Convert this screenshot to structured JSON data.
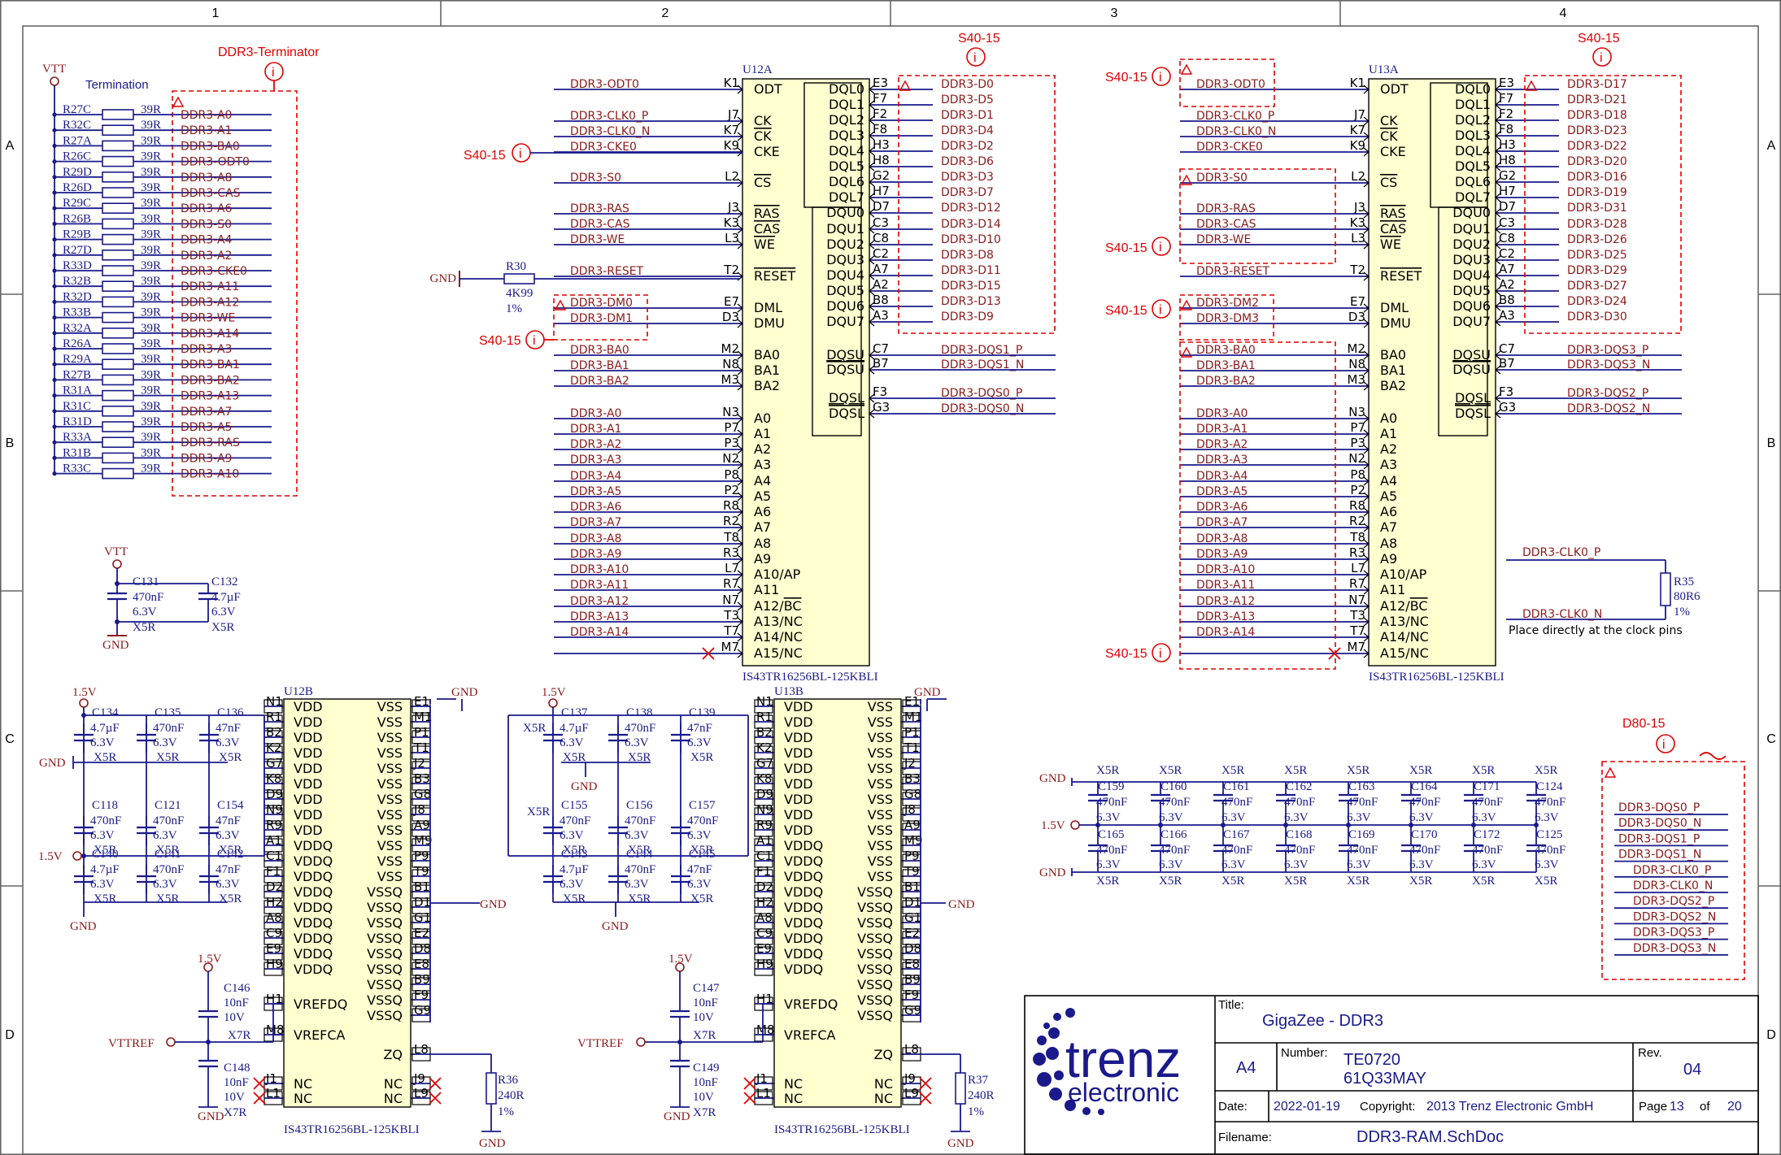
{
  "sheet": {
    "zones_h": [
      "1",
      "2",
      "3",
      "4"
    ],
    "zones_v": [
      "A",
      "B",
      "C",
      "D"
    ]
  },
  "left_terminator": {
    "vtt": "VTT",
    "termination_label": "Termination",
    "title": "DDR3-Terminator",
    "info_icon": "info-circle-icon",
    "rows": [
      {
        "ref": "R27C",
        "val": "39R",
        "net": "DDR3-A0"
      },
      {
        "ref": "R32C",
        "val": "39R",
        "net": "DDR3-A1"
      },
      {
        "ref": "R27A",
        "val": "39R",
        "net": "DDR3-BA0"
      },
      {
        "ref": "R26C",
        "val": "39R",
        "net": "DDR3-ODT0"
      },
      {
        "ref": "R29D",
        "val": "39R",
        "net": "DDR3-A8"
      },
      {
        "ref": "R26D",
        "val": "39R",
        "net": "DDR3-CAS"
      },
      {
        "ref": "R29C",
        "val": "39R",
        "net": "DDR3-A6"
      },
      {
        "ref": "R26B",
        "val": "39R",
        "net": "DDR3-S0"
      },
      {
        "ref": "R29B",
        "val": "39R",
        "net": "DDR3-A4"
      },
      {
        "ref": "R27D",
        "val": "39R",
        "net": "DDR3-A2"
      },
      {
        "ref": "R33D",
        "val": "39R",
        "net": "DDR3-CKE0"
      },
      {
        "ref": "R32B",
        "val": "39R",
        "net": "DDR3-A11"
      },
      {
        "ref": "R32D",
        "val": "39R",
        "net": "DDR3-A12"
      },
      {
        "ref": "R33B",
        "val": "39R",
        "net": "DDR3-WE"
      },
      {
        "ref": "R32A",
        "val": "39R",
        "net": "DDR3-A14"
      },
      {
        "ref": "R26A",
        "val": "39R",
        "net": "DDR3-A3"
      },
      {
        "ref": "R29A",
        "val": "39R",
        "net": "DDR3-BA1"
      },
      {
        "ref": "R27B",
        "val": "39R",
        "net": "DDR3-BA2"
      },
      {
        "ref": "R31A",
        "val": "39R",
        "net": "DDR3-A13"
      },
      {
        "ref": "R31C",
        "val": "39R",
        "net": "DDR3-A7"
      },
      {
        "ref": "R31D",
        "val": "39R",
        "net": "DDR3-A5"
      },
      {
        "ref": "R33A",
        "val": "39R",
        "net": "DDR3-RAS"
      },
      {
        "ref": "R31B",
        "val": "39R",
        "net": "DDR3-A9"
      },
      {
        "ref": "R33C",
        "val": "39R",
        "net": "DDR3-A10"
      }
    ]
  },
  "vtt_caps": {
    "vtt": "VTT",
    "gnd": "GND",
    "c1": {
      "ref": "C131",
      "val": "470nF",
      "v": "6.3V",
      "t": "X5R"
    },
    "c2": {
      "ref": "C132",
      "val": "4.7µF",
      "v": "6.3V",
      "t": "X5R"
    }
  },
  "u12a": {
    "ref": "U12A",
    "part": "IS43TR16256BL-125KBLI",
    "left_pins": [
      {
        "num": "K1",
        "name": "ODT",
        "net": "DDR3-ODT0"
      },
      {
        "num": "J7",
        "name": "CK",
        "net": "DDR3-CLK0_P"
      },
      {
        "num": "K7",
        "name": "CK",
        "net": "DDR3-CLK0_N"
      },
      {
        "num": "K9",
        "name": "CKE",
        "net": "DDR3-CKE0"
      },
      {
        "num": "L2",
        "name": "CS",
        "net": "DDR3-S0"
      },
      {
        "num": "J3",
        "name": "RAS",
        "net": "DDR3-RAS"
      },
      {
        "num": "K3",
        "name": "CAS",
        "net": "DDR3-CAS"
      },
      {
        "num": "L3",
        "name": "WE",
        "net": "DDR3-WE"
      },
      {
        "num": "T2",
        "name": "RESET",
        "net": "DDR3-RESET"
      },
      {
        "num": "E7",
        "name": "DML",
        "net": "DDR3-DM0"
      },
      {
        "num": "D3",
        "name": "DMU",
        "net": "DDR3-DM1"
      },
      {
        "num": "M2",
        "name": "BA0",
        "net": "DDR3-BA0"
      },
      {
        "num": "N8",
        "name": "BA1",
        "net": "DDR3-BA1"
      },
      {
        "num": "M3",
        "name": "BA2",
        "net": "DDR3-BA2"
      },
      {
        "num": "N3",
        "name": "A0",
        "net": "DDR3-A0"
      },
      {
        "num": "P7",
        "name": "A1",
        "net": "DDR3-A1"
      },
      {
        "num": "P3",
        "name": "A2",
        "net": "DDR3-A2"
      },
      {
        "num": "N2",
        "name": "A3",
        "net": "DDR3-A3"
      },
      {
        "num": "P8",
        "name": "A4",
        "net": "DDR3-A4"
      },
      {
        "num": "P2",
        "name": "A5",
        "net": "DDR3-A5"
      },
      {
        "num": "R8",
        "name": "A6",
        "net": "DDR3-A6"
      },
      {
        "num": "R2",
        "name": "A7",
        "net": "DDR3-A7"
      },
      {
        "num": "T8",
        "name": "A8",
        "net": "DDR3-A8"
      },
      {
        "num": "R3",
        "name": "A9",
        "net": "DDR3-A9"
      },
      {
        "num": "L7",
        "name": "A10/AP",
        "net": "DDR3-A10"
      },
      {
        "num": "R7",
        "name": "A11",
        "net": "DDR3-A11"
      },
      {
        "num": "N7",
        "name": "A12/BC",
        "net": "DDR3-A12"
      },
      {
        "num": "T3",
        "name": "A13/NC",
        "net": "DDR3-A13"
      },
      {
        "num": "T7",
        "name": "A14/NC",
        "net": "DDR3-A14"
      },
      {
        "num": "M7",
        "name": "A15/NC",
        "net": ""
      }
    ],
    "right_pins": [
      {
        "num": "E3",
        "name": "DQL0",
        "net": "DDR3-D0"
      },
      {
        "num": "F7",
        "name": "DQL1",
        "net": "DDR3-D5"
      },
      {
        "num": "F2",
        "name": "DQL2",
        "net": "DDR3-D1"
      },
      {
        "num": "F8",
        "name": "DQL3",
        "net": "DDR3-D4"
      },
      {
        "num": "H3",
        "name": "DQL4",
        "net": "DDR3-D2"
      },
      {
        "num": "H8",
        "name": "DQL5",
        "net": "DDR3-D6"
      },
      {
        "num": "G2",
        "name": "DQL6",
        "net": "DDR3-D3"
      },
      {
        "num": "H7",
        "name": "DQL7",
        "net": "DDR3-D7"
      },
      {
        "num": "D7",
        "name": "DQU0",
        "net": "DDR3-D12"
      },
      {
        "num": "C3",
        "name": "DQU1",
        "net": "DDR3-D14"
      },
      {
        "num": "C8",
        "name": "DQU2",
        "net": "DDR3-D10"
      },
      {
        "num": "C2",
        "name": "DQU3",
        "net": "DDR3-D8"
      },
      {
        "num": "A7",
        "name": "DQU4",
        "net": "DDR3-D11"
      },
      {
        "num": "A2",
        "name": "DQU5",
        "net": "DDR3-D15"
      },
      {
        "num": "B8",
        "name": "DQU6",
        "net": "DDR3-D13"
      },
      {
        "num": "A3",
        "name": "DQU7",
        "net": "DDR3-D9"
      },
      {
        "num": "C7",
        "name": "DQSU",
        "net": "DDR3-DQS1_P"
      },
      {
        "num": "B7",
        "name": "DQSU",
        "net": "DDR3-DQS1_N"
      },
      {
        "num": "F3",
        "name": "DQSL",
        "net": "DDR3-DQS0_P"
      },
      {
        "num": "G3",
        "name": "DQSL",
        "net": "DDR3-DQS0_N"
      }
    ],
    "tag": "S40-15",
    "r30": {
      "ref": "R30",
      "val": "4K99",
      "tol": "1%",
      "gnd": "GND"
    }
  },
  "u13a": {
    "ref": "U13A",
    "part": "IS43TR16256BL-125KBLI",
    "left_nets": [
      "DDR3-ODT0",
      "DDR3-CLK0_P",
      "DDR3-CLK0_N",
      "DDR3-CKE0",
      "DDR3-S0",
      "DDR3-RAS",
      "DDR3-CAS",
      "DDR3-WE",
      "DDR3-RESET",
      "DDR3-DM2",
      "DDR3-DM3",
      "DDR3-BA0",
      "DDR3-BA1",
      "DDR3-BA2",
      "DDR3-A0",
      "DDR3-A1",
      "DDR3-A2",
      "DDR3-A3",
      "DDR3-A4",
      "DDR3-A5",
      "DDR3-A6",
      "DDR3-A7",
      "DDR3-A8",
      "DDR3-A9",
      "DDR3-A10",
      "DDR3-A11",
      "DDR3-A12",
      "DDR3-A13",
      "DDR3-A14",
      ""
    ],
    "right_nets": [
      "DDR3-D17",
      "DDR3-D21",
      "DDR3-D18",
      "DDR3-D23",
      "DDR3-D22",
      "DDR3-D20",
      "DDR3-D16",
      "DDR3-D19",
      "DDR3-D31",
      "DDR3-D28",
      "DDR3-D26",
      "DDR3-D25",
      "DDR3-D29",
      "DDR3-D27",
      "DDR3-D24",
      "DDR3-D30",
      "DDR3-DQS3_P",
      "DDR3-DQS3_N",
      "DDR3-DQS2_P",
      "DDR3-DQS2_N"
    ],
    "tag": "S40-15",
    "r35": {
      "ref": "R35",
      "val": "80R6",
      "tol": "1%",
      "net_p": "DDR3-CLK0_P",
      "net_n": "DDR3-CLK0_N",
      "note": "Place directly at the clock pins"
    }
  },
  "u_b": {
    "u12b": "U12B",
    "u13b": "U13B",
    "part": "IS43TR16256BL-125KBLI",
    "vdd_pins": [
      {
        "l": "N1",
        "ln": "VDD",
        "r": "E1",
        "rn": "VSS"
      },
      {
        "l": "R1",
        "ln": "VDD",
        "r": "M1",
        "rn": "VSS"
      },
      {
        "l": "B2",
        "ln": "VDD",
        "r": "P1",
        "rn": "VSS"
      },
      {
        "l": "K2",
        "ln": "VDD",
        "r": "T1",
        "rn": "VSS"
      },
      {
        "l": "G7",
        "ln": "VDD",
        "r": "J2",
        "rn": "VSS"
      },
      {
        "l": "K8",
        "ln": "VDD",
        "r": "B3",
        "rn": "VSS"
      },
      {
        "l": "D9",
        "ln": "VDD",
        "r": "G8",
        "rn": "VSS"
      },
      {
        "l": "N9",
        "ln": "VDD",
        "r": "J8",
        "rn": "VSS"
      },
      {
        "l": "R9",
        "ln": "VDD",
        "r": "A9",
        "rn": "VSS"
      },
      {
        "l": "A1",
        "ln": "VDDQ",
        "r": "M9",
        "rn": "VSS"
      },
      {
        "l": "C1",
        "ln": "VDDQ",
        "r": "P9",
        "rn": "VSS"
      },
      {
        "l": "F1",
        "ln": "VDDQ",
        "r": "T9",
        "rn": "VSS"
      },
      {
        "l": "D2",
        "ln": "VDDQ",
        "r": "B1",
        "rn": "VSSQ"
      },
      {
        "l": "H2",
        "ln": "VDDQ",
        "r": "D1",
        "rn": "VSSQ"
      },
      {
        "l": "A8",
        "ln": "VDDQ",
        "r": "G1",
        "rn": "VSSQ"
      },
      {
        "l": "C9",
        "ln": "VDDQ",
        "r": "E2",
        "rn": "VSSQ"
      },
      {
        "l": "E9",
        "ln": "VDDQ",
        "r": "D8",
        "rn": "VSSQ"
      },
      {
        "l": "H9",
        "ln": "VDDQ",
        "r": "E8",
        "rn": "VSSQ"
      },
      {
        "l": "",
        "ln": "",
        "r": "B9",
        "rn": "VSSQ"
      },
      {
        "l": "H1",
        "ln": "VREFDQ",
        "r": "F9",
        "rn": "VSSQ"
      },
      {
        "l": "",
        "ln": "",
        "r": "G9",
        "rn": "VSSQ"
      },
      {
        "l": "M8",
        "ln": "VREFCA",
        "r": "",
        "rn": ""
      },
      {
        "l": "",
        "ln": "",
        "r": "L8",
        "rn": "ZQ"
      },
      {
        "l": "J1",
        "ln": "NC",
        "r": "J9",
        "rn": "NC"
      },
      {
        "l": "L1",
        "ln": "NC",
        "r": "L9",
        "rn": "NC"
      }
    ],
    "pwr": "1.5V",
    "gnd": "GND",
    "vttref": "VTTREF",
    "caps_u12": {
      "row1": [
        {
          "ref": "C134",
          "val": "4.7µF",
          "v": "6.3V",
          "t": "X5R"
        },
        {
          "ref": "C135",
          "val": "470nF",
          "v": "6.3V",
          "t": "X5R"
        },
        {
          "ref": "C136",
          "val": "47nF",
          "v": "6.3V",
          "t": "X5R"
        }
      ],
      "row2": [
        {
          "ref": "C118",
          "val": "470nF",
          "v": "6.3V",
          "t": "X5R"
        },
        {
          "ref": "C121",
          "val": "470nF",
          "v": "6.3V",
          "t": "X5R"
        },
        {
          "ref": "C154",
          "val": "47nF",
          "v": "6.3V",
          "t": "X5R"
        }
      ],
      "row3": [
        {
          "ref": "C140",
          "val": "4.7µF",
          "v": "6.3V",
          "t": "X5R"
        },
        {
          "ref": "C141",
          "val": "470nF",
          "v": "6.3V",
          "t": "X5R"
        },
        {
          "ref": "C142",
          "val": "47nF",
          "v": "6.3V",
          "t": "X5R"
        }
      ],
      "vref1": {
        "ref": "C146",
        "val": "10nF",
        "v": "10V",
        "t": "X7R"
      },
      "vref2": {
        "ref": "C148",
        "val": "10nF",
        "v": "10V",
        "t": "X7R"
      },
      "zq": {
        "ref": "R36",
        "val": "240R",
        "tol": "1%"
      }
    },
    "caps_u13": {
      "row1": [
        {
          "ref": "C137",
          "val": "4.7µF",
          "v": "6.3V",
          "t": "X5R"
        },
        {
          "ref": "C138",
          "val": "470nF",
          "v": "6.3V",
          "t": "X5R"
        },
        {
          "ref": "C139",
          "val": "47nF",
          "v": "6.3V",
          "t": "X5R"
        }
      ],
      "row2": [
        {
          "ref": "C155",
          "val": "470nF",
          "v": "6.3V",
          "t": "X5R"
        },
        {
          "ref": "C156",
          "val": "470nF",
          "v": "6.3V",
          "t": "X5R"
        },
        {
          "ref": "C157",
          "val": "470nF",
          "v": "6.3V",
          "t": "X5R"
        }
      ],
      "row3": [
        {
          "ref": "C143",
          "val": "4.7µF",
          "v": "6.3V",
          "t": "X5R"
        },
        {
          "ref": "C144",
          "val": "470nF",
          "v": "6.3V",
          "t": "X5R"
        },
        {
          "ref": "C145",
          "val": "47nF",
          "v": "6.3V",
          "t": "X5R"
        }
      ],
      "vref1": {
        "ref": "C147",
        "val": "10nF",
        "v": "10V",
        "t": "X7R"
      },
      "vref2": {
        "ref": "C149",
        "val": "10nF",
        "v": "10V",
        "t": "X7R"
      },
      "zq": {
        "ref": "R37",
        "val": "240R",
        "tol": "1%"
      }
    }
  },
  "decoupling": {
    "top": [
      {
        "ref": "C159"
      },
      {
        "ref": "C160"
      },
      {
        "ref": "C161"
      },
      {
        "ref": "C162"
      },
      {
        "ref": "C163"
      },
      {
        "ref": "C164"
      },
      {
        "ref": "C171"
      },
      {
        "ref": "C124"
      }
    ],
    "bottom": [
      {
        "ref": "C165"
      },
      {
        "ref": "C166"
      },
      {
        "ref": "C167"
      },
      {
        "ref": "C168"
      },
      {
        "ref": "C169"
      },
      {
        "ref": "C170"
      },
      {
        "ref": "C172"
      },
      {
        "ref": "C125"
      }
    ],
    "val": "470nF",
    "v": "6.3V",
    "t": "X5R",
    "pwr": "1.5V",
    "gnd": "GND"
  },
  "d80": {
    "tag": "D80-15",
    "nets": [
      "DDR3-DQS0_P",
      "DDR3-DQS0_N",
      "DDR3-DQS1_P",
      "DDR3-DQS1_N",
      "DDR3-CLK0_P",
      "DDR3-CLK0_N",
      "DDR3-DQS2_P",
      "DDR3-DQS2_N",
      "DDR3-DQS3_P",
      "DDR3-DQS3_N"
    ]
  },
  "title_block": {
    "logo_main": "trenz",
    "logo_sub": "electronic",
    "title_label": "Title:",
    "title": "GigaZee - DDR3",
    "size": "A4",
    "number_label": "Number:",
    "number1": "TE0720",
    "number2": "61Q33MAY",
    "rev_label": "Rev.",
    "rev": "04",
    "date_label": "Date:",
    "date": "2022-01-19",
    "copyright_label": "Copyright:",
    "copyright": "2013 Trenz Electronic GmbH",
    "page_label": "Page",
    "page": "13",
    "of_label": "of",
    "total": "20",
    "filename_label": "Filename:",
    "filename": "DDR3-RAM.SchDoc"
  }
}
